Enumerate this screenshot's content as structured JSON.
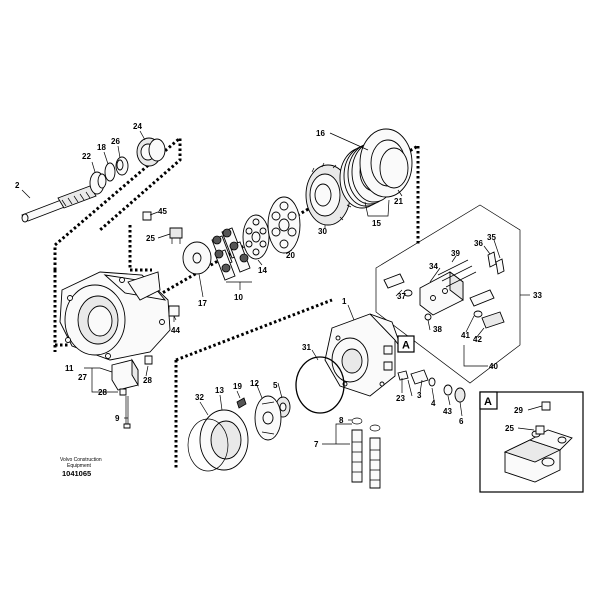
{
  "credit": {
    "line1": "Volvo Construction",
    "line2": "Equipment"
  },
  "figure_code": "1041065",
  "detail_tag_main": "A",
  "detail_tag_inset": "A",
  "part_numbers": {
    "p1": "1",
    "p2": "2",
    "p3": "3",
    "p4": "4",
    "p5": "5",
    "p6": "6",
    "p7": "7",
    "p8": "8",
    "p9": "9",
    "p10": "10",
    "p11": "11",
    "p12": "12",
    "p13": "13",
    "p14": "14",
    "p15": "15",
    "p16": "16",
    "p17": "17",
    "p18": "18",
    "p19": "19",
    "p20": "20",
    "p21": "21",
    "p22": "22",
    "p23": "23",
    "p24": "24",
    "p25": "25",
    "p26": "26",
    "p27": "27",
    "p28": "28",
    "p29": "29",
    "p30": "30",
    "p31": "31",
    "p32": "32",
    "p33": "33",
    "p34": "34",
    "p35": "35",
    "p36": "36",
    "p37": "37",
    "p38": "38",
    "p39": "39",
    "p40": "40",
    "p41": "41",
    "p42": "42",
    "p43": "43",
    "p44": "44",
    "p45": "45"
  }
}
